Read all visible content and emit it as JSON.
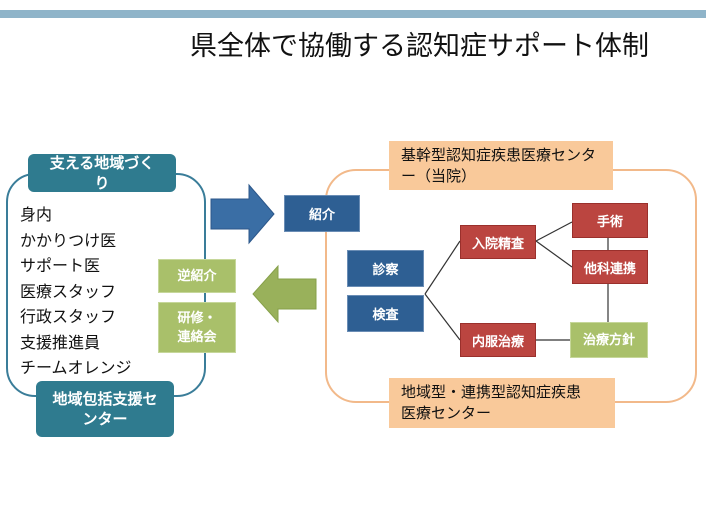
{
  "title": "県全体で協働する認知症サポート体制",
  "left": {
    "header": "支える地域づくり",
    "items": [
      "身内",
      "かかりつけ医",
      "サポート医",
      "医療スタッフ",
      "行政スタッフ",
      "支援推進員",
      "チームオレンジ"
    ],
    "footer": "地域包括支援センター"
  },
  "middle": {
    "shokai": "紹介",
    "gyaku_shokai": "逆紹介",
    "kenshu": "研修・連絡会"
  },
  "right": {
    "top_center": "基幹型認知症疾患医療センター（当院）",
    "bottom_center": "地域型・連携型認知症疾患医療センター",
    "shinsatsu": "診察",
    "kensa": "検査",
    "nyuin": "入院精査",
    "naifuku": "内服治療",
    "shujutsu": "手術",
    "taka": "他科連携",
    "houshin": "治療方針"
  },
  "colors": {
    "teal": "#2f7b8f",
    "blue": "#2e5f93",
    "green": "#a9c06a",
    "red": "#bb4540",
    "peach": "#f9c99a",
    "orange_outline": "#f2b98a",
    "topbar": "#8fb4c9"
  }
}
